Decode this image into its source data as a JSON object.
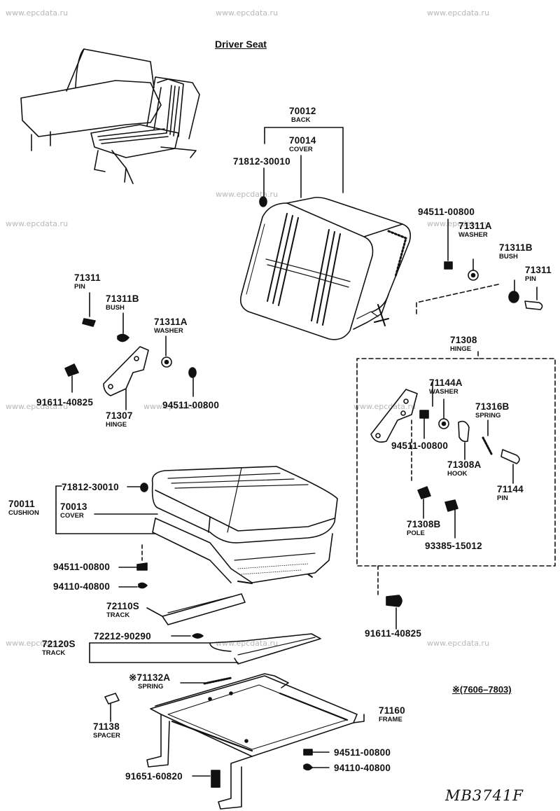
{
  "title": "Driver Seat",
  "watermark": "www.epcdata.ru",
  "effectivity_note": "※(7606–7803)",
  "drawing_code": "MB3741F",
  "colors": {
    "line": "#111111",
    "watermark": "#b8b8b8",
    "background": "#ffffff"
  },
  "parts": {
    "back_assy": {
      "number": "70012",
      "name": "BACK"
    },
    "back_cover": {
      "number": "70014",
      "name": "COVER"
    },
    "hog_ring_upper": {
      "number": "71812-30010"
    },
    "nut_upper_right": {
      "number": "94511-00800"
    },
    "washer_right": {
      "number": "71311A",
      "name": "WASHER"
    },
    "bush_right": {
      "number": "71311B",
      "name": "BUSH"
    },
    "pin_right": {
      "number": "71311",
      "name": "PIN"
    },
    "pin_left": {
      "number": "71311",
      "name": "PIN"
    },
    "bush_left": {
      "number": "71311B",
      "name": "BUSH"
    },
    "washer_left": {
      "number": "71311A",
      "name": "WASHER"
    },
    "bolt_left": {
      "number": "91611-40825"
    },
    "hinge_left": {
      "number": "71307",
      "name": "HINGE"
    },
    "nut_left": {
      "number": "94511-00800"
    },
    "hinge_right": {
      "number": "71308",
      "name": "HINGE"
    },
    "washer_hook": {
      "number": "71144A",
      "name": "WASHER"
    },
    "spring_hook": {
      "number": "71316B",
      "name": "SPRING"
    },
    "nut_hinge": {
      "number": "94511-00800"
    },
    "hook": {
      "number": "71308A",
      "name": "HOOK"
    },
    "pin_hook": {
      "number": "71144",
      "name": "PIN"
    },
    "pole": {
      "number": "71308B",
      "name": "POLE"
    },
    "screw_pole": {
      "number": "93385-15012"
    },
    "bolt_right": {
      "number": "91611-40825"
    },
    "cushion_hog_ring": {
      "number": "71812-30010"
    },
    "cushion_assy": {
      "number": "70011",
      "name": "CUSHION"
    },
    "cushion_cover": {
      "number": "70013",
      "name": "COVER"
    },
    "nut_cushion": {
      "number": "94511-00800"
    },
    "washer_cushion": {
      "number": "94110-40800"
    },
    "track_upper": {
      "number": "72110S",
      "name": "TRACK"
    },
    "track_lower": {
      "number": "72120S",
      "name": "TRACK"
    },
    "track_spring": {
      "number": "72212-90290"
    },
    "frame_spring": {
      "number": "※71132A",
      "name": "SPRING"
    },
    "spacer": {
      "number": "71138",
      "name": "SPACER"
    },
    "frame": {
      "number": "71160",
      "name": "FRAME"
    },
    "nut_frame": {
      "number": "94511-00800"
    },
    "washer_frame": {
      "number": "94110-40800"
    },
    "bolt_frame": {
      "number": "91651-60820"
    }
  }
}
